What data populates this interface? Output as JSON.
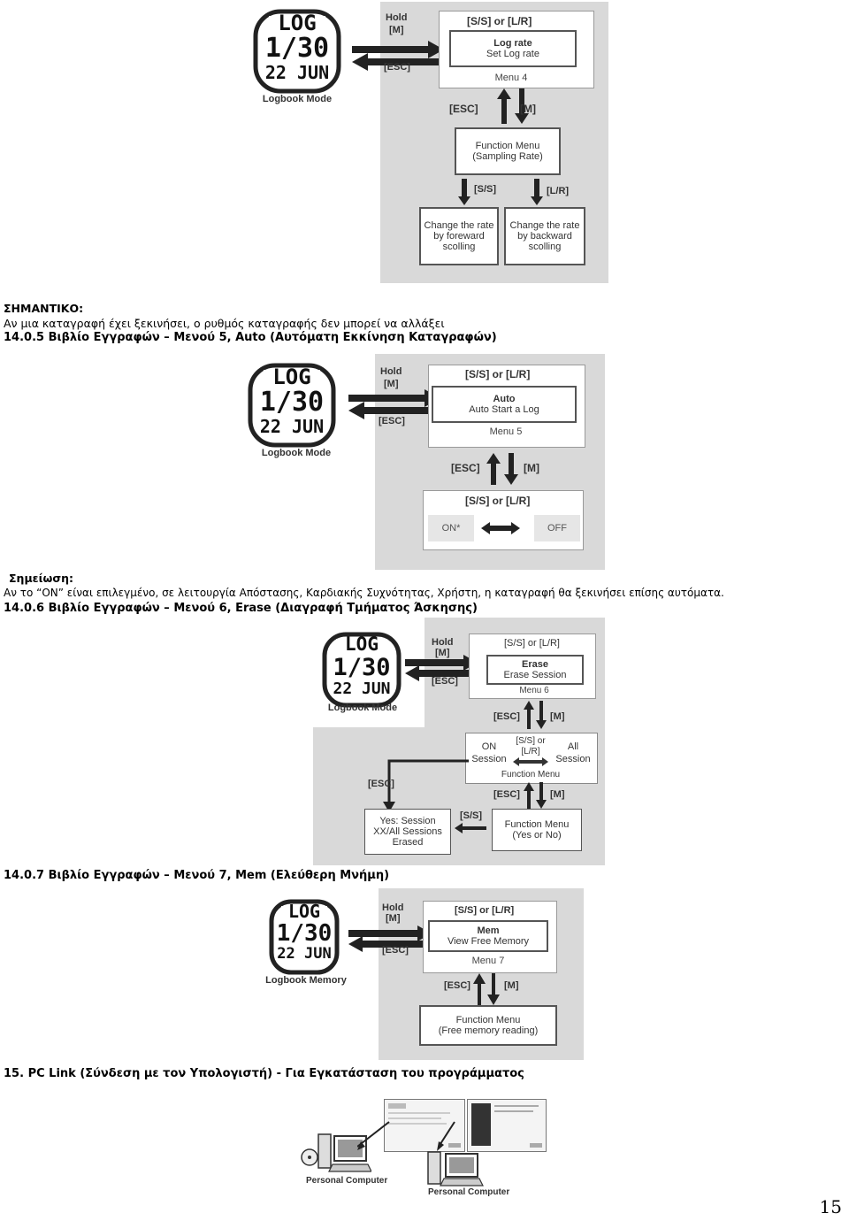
{
  "watch": {
    "line1": "LOG",
    "line2": "1/30",
    "line3": "22 JUN"
  },
  "keys": {
    "hold": "Hold",
    "m": "[M]",
    "esc": "[ESC]",
    "ss_or_lr": "[S/S]  or  [L/R]",
    "ss": "[S/S]",
    "lr": "[L/R]",
    "ss_or": "[S/S]  or",
    "lr_only": "[L/R]"
  },
  "diagram1": {
    "caption": "Logbook Mode",
    "menu_title": "Log rate",
    "menu_sub": "Set Log rate",
    "menu_no": "Menu 4",
    "function_l1": "Function Menu",
    "function_l2": "(Sampling Rate)",
    "fwd_l1": "Change the rate",
    "fwd_l2": "by foreward",
    "fwd_l3": "scolling",
    "bwd_l1": "Change the rate",
    "bwd_l2": "by backward",
    "bwd_l3": "scolling"
  },
  "important": {
    "heading": "ΣΗΜΑΝΤΙΚΟ:",
    "text": "Αν μια καταγραφή έχει ξεκινήσει, ο ρυθμός καταγραφής δεν μπορεί να αλλάξει",
    "sec_num": "14.0.5",
    "sec_title": "Βιβλίο Εγγραφών – Μενού 5, Auto (Αυτόματη Εκκίνηση Καταγραφών)"
  },
  "diagram2": {
    "caption": "Logbook Mode",
    "menu_title": "Auto",
    "menu_sub": "Auto Start a Log",
    "menu_no": "Menu 5",
    "on": "ON*",
    "off": "OFF"
  },
  "note": {
    "heading": "Σημείωση:",
    "text": "Αν το “ON” είναι επιλεγμένο, σε λειτουργία Απόστασης, Καρδιακής Συχνότητας, Χρήστη, η καταγραφή θα ξεκινήσει επίσης αυτόματα.",
    "sec_num": "14.0.6",
    "sec_title": "Βιβλίο Εγγραφών – Μενού 6, Erase (Διαγραφή Τμήματος Άσκησης)"
  },
  "diagram3": {
    "caption": "Logbook Mode",
    "menu_title": "Erase",
    "menu_sub": "Erase Session",
    "menu_no": "Menu 6",
    "on_l1": "ON",
    "on_l2": "Session",
    "all_l1": "All",
    "all_l2": "Session",
    "function": "Function Menu",
    "yes_l1": "Yes: Session",
    "yes_l2": "XX/All Sessions",
    "yes_l3": "Erased",
    "fn2_l1": "Function Menu",
    "fn2_l2": "(Yes or No)"
  },
  "sec7": {
    "num": "14.0.7",
    "title": "Βιβλίο Εγγραφών – Μενού 7, Mem (Ελεύθερη Μνήμη)"
  },
  "diagram4": {
    "caption": "Logbook Memory",
    "menu_title": "Mem",
    "menu_sub": "View Free Memory",
    "menu_no": "Menu 7",
    "function_l1": "Function Menu",
    "function_l2": "(Free memory reading)"
  },
  "sec15": {
    "num": "15.",
    "title": "PC Link (Σύνδεση με τον Υπολογιστή) -  Για Εγκατάσταση του προγράμματος"
  },
  "pc": {
    "caption1": "Personal Computer",
    "caption2": "Personal Computer"
  },
  "page_number": "15"
}
